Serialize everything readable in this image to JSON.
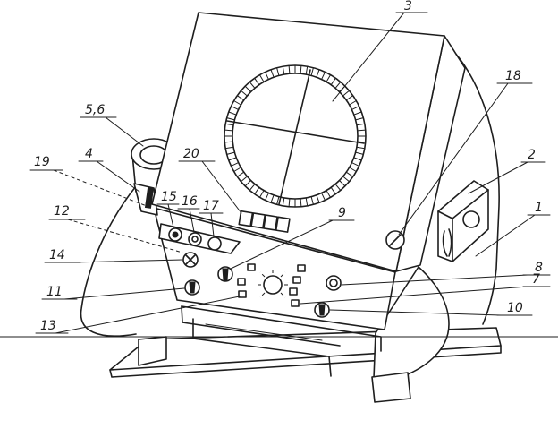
{
  "callouts": {
    "n1": "1",
    "n2": "2",
    "n3": "3",
    "n4": "4",
    "n56": "5,6",
    "n7": "7",
    "n8": "8",
    "n9": "9",
    "n10": "10",
    "n11": "11",
    "n12": "12",
    "n13": "13",
    "n14": "14",
    "n15": "15",
    "n16": "16",
    "n17": "17",
    "n18": "18",
    "n19": "19",
    "n20": "20"
  },
  "colors": {
    "ink": "#1e1e1e",
    "paper": "#ffffff"
  }
}
